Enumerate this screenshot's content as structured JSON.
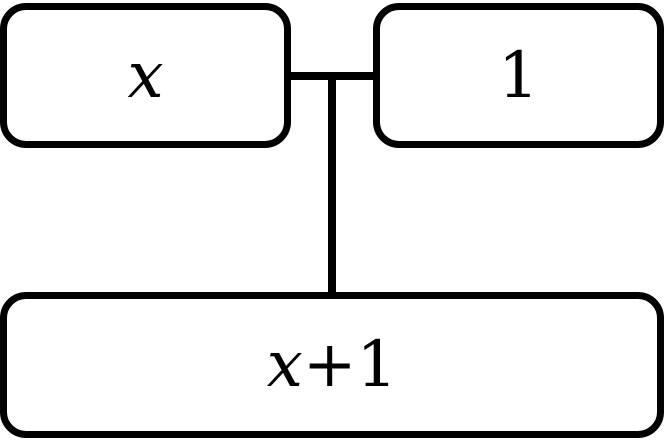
{
  "diagram": {
    "inputs": [
      {
        "label": "x"
      },
      {
        "label": "1"
      }
    ],
    "output": {
      "variable": "x",
      "operator": "+",
      "constant": "1"
    }
  }
}
